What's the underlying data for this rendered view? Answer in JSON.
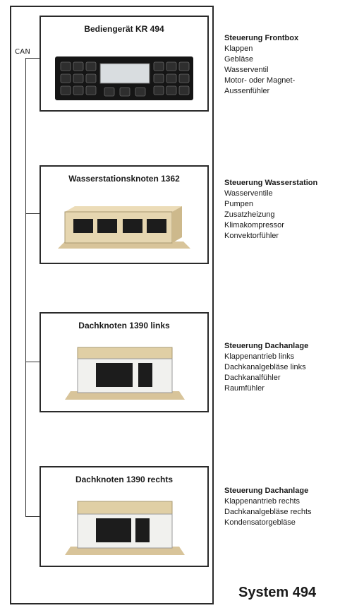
{
  "bus_label": "CAN",
  "nodes": [
    {
      "title": "Bediengerät KR 494"
    },
    {
      "title": "Wasserstationsknoten 1362"
    },
    {
      "title": "Dachknoten 1390 links"
    },
    {
      "title": "Dachknoten 1390 rechts"
    }
  ],
  "descriptions": [
    {
      "heading": "Steuerung Frontbox",
      "items": [
        "Klappen",
        "Gebläse",
        "Wasserventil",
        "Motor- oder Magnet-",
        "Aussenfühler"
      ]
    },
    {
      "heading": "Steuerung Wasserstation",
      "items": [
        "Wasserventile",
        "Pumpen",
        "Zusatzheizung",
        "Klimakompressor",
        "Konvektorfühler"
      ]
    },
    {
      "heading": "Steuerung Dachanlage",
      "items": [
        "Klappenantrieb links",
        "Dachkanalgebläse links",
        "Dachkanalfühler",
        "Raumfühler"
      ]
    },
    {
      "heading": "Steuerung Dachanlage",
      "items": [
        "Klappenantrieb rechts",
        "Dachkanalgebläse rechts",
        "Kondensatorgebläse"
      ]
    }
  ],
  "system_label": "System 494",
  "colors": {
    "device_body": "#e6d6b0",
    "device_dark": "#1c1c1c",
    "panel": "#151515"
  }
}
